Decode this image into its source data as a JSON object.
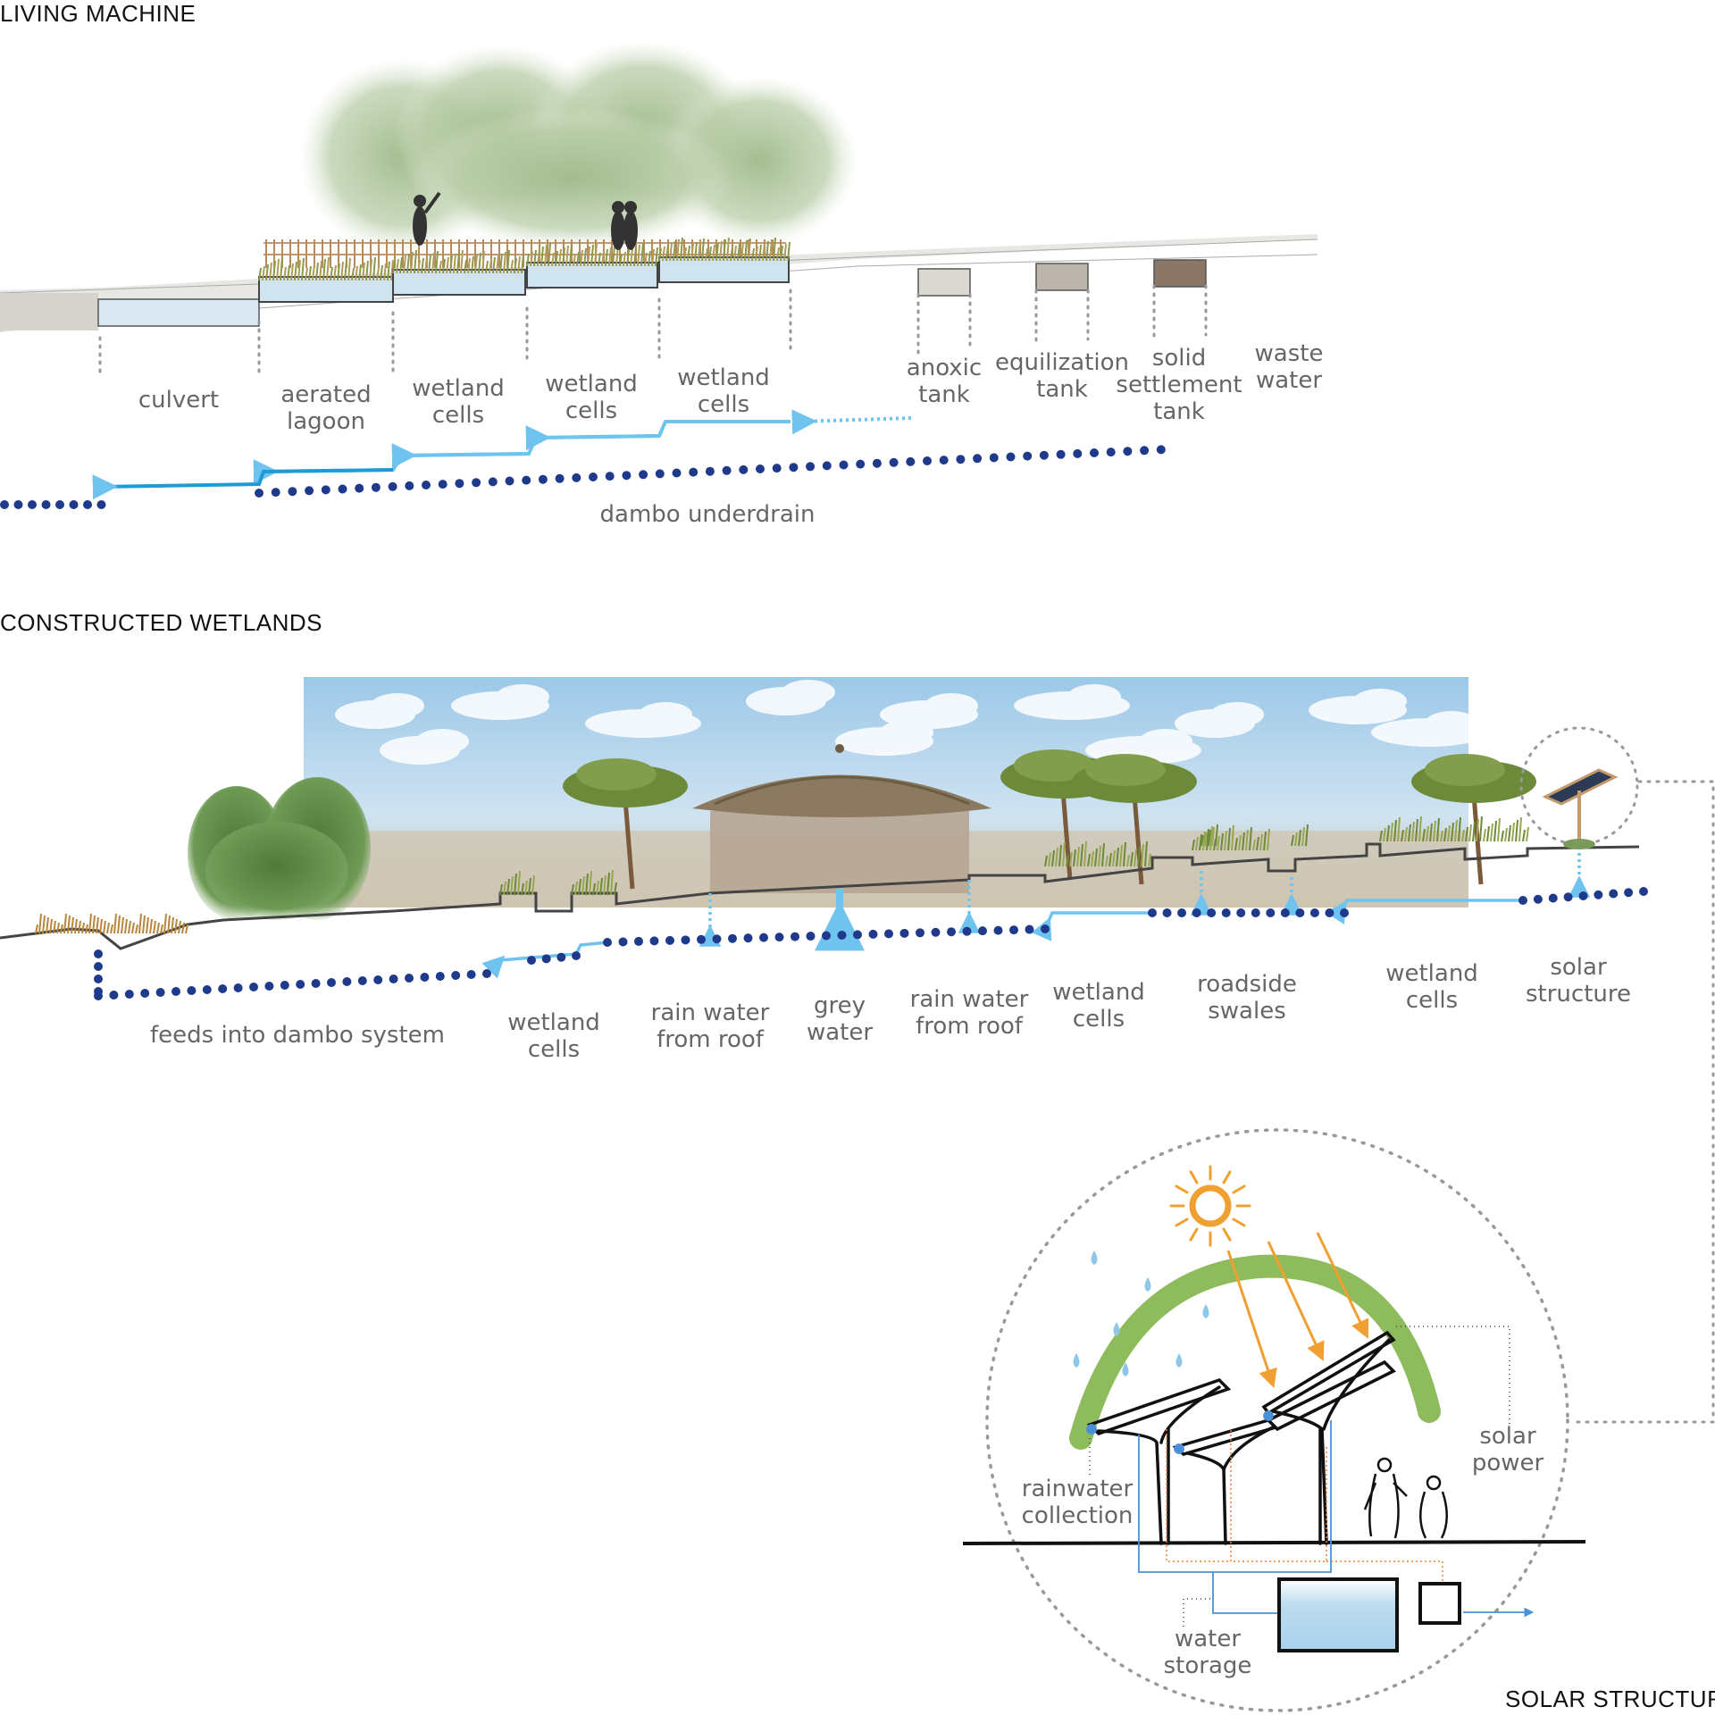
{
  "sections": {
    "living_machine": "LIVING MACHINE",
    "constructed_wetlands": "CONSTRUCTED WETLANDS",
    "solar_structure": "SOLAR STRUCTURE"
  },
  "living_machine_labels": {
    "culvert": [
      "culvert"
    ],
    "aerated_lagoon": [
      "aerated",
      "lagoon"
    ],
    "wetland_cells_1": [
      "wetland",
      "cells"
    ],
    "wetland_cells_2": [
      "wetland",
      "cells"
    ],
    "wetland_cells_3": [
      "wetland",
      "cells"
    ],
    "anoxic_tank": [
      "anoxic",
      "tank"
    ],
    "equilization_tank": [
      "equilization",
      "tank"
    ],
    "solid_settlement_tank": [
      "solid",
      "settlement",
      "tank"
    ],
    "waste_water": [
      "waste",
      "water"
    ],
    "dambo_underdrain": [
      "dambo underdrain"
    ]
  },
  "wetlands_labels": {
    "feeds_into_dambo": [
      "feeds into dambo system"
    ],
    "wetland_cells_a": [
      "wetland",
      "cells"
    ],
    "rain_water_roof_a": [
      "rain water",
      "from roof"
    ],
    "grey_water": [
      "grey",
      "water"
    ],
    "rain_water_roof_b": [
      "rain water",
      "from roof"
    ],
    "wetland_cells_b": [
      "wetland",
      "cells"
    ],
    "roadside_swales": [
      "roadside",
      "swales"
    ],
    "wetland_cells_c": [
      "wetland",
      "cells"
    ],
    "solar_structure": [
      "solar",
      "structure"
    ]
  },
  "solar_labels": {
    "rainwater_collection": [
      "rainwater",
      "collection"
    ],
    "solar_power": [
      "solar",
      "power"
    ],
    "water_storage": [
      "water",
      "storage"
    ]
  },
  "colors": {
    "navy_dots": "#1f3a8a",
    "light_blue": "#6ec3ef",
    "orange": "#f0a030",
    "green": "#7ab040",
    "text": "#666666"
  }
}
